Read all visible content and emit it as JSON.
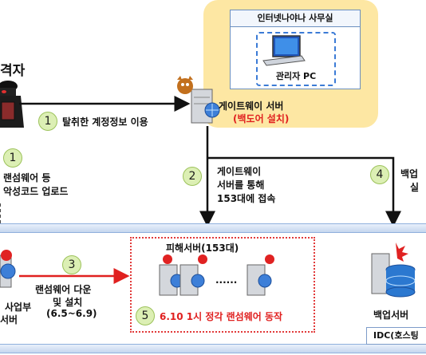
{
  "office": {
    "title": "인터넷나야나 사무실",
    "pc_label": "관리자 PC"
  },
  "attacker": {
    "label_partial": "격자"
  },
  "gateway": {
    "line1": "게이트웨이 서버",
    "line2": "(백도어 설치)"
  },
  "steps": [
    {
      "num": "1",
      "text": "탈취한 계정정보 이용"
    },
    {
      "num": "1",
      "lines": [
        "랜섬웨어 등",
        "악성코드 업로드"
      ]
    },
    {
      "num": "2",
      "lines": [
        "게이트웨이",
        "서버를 통해",
        "153대에 접속"
      ]
    },
    {
      "num": "3",
      "lines": [
        "랜섬웨어 다운",
        "및 설치",
        "(6.5~6.9)"
      ]
    },
    {
      "num": "4",
      "lines": [
        "백업",
        "실"
      ]
    },
    {
      "num": "5",
      "text": "6.10 1시 정각 랜섬웨어 동작"
    }
  ],
  "victims": {
    "title": "피해서버(153대)",
    "ellipsis": "......"
  },
  "left_server": {
    "lines": [
      "사업부",
      "서버"
    ]
  },
  "backup": {
    "label": "백업서버"
  },
  "idc": {
    "label": "IDC(호스팅"
  }
}
